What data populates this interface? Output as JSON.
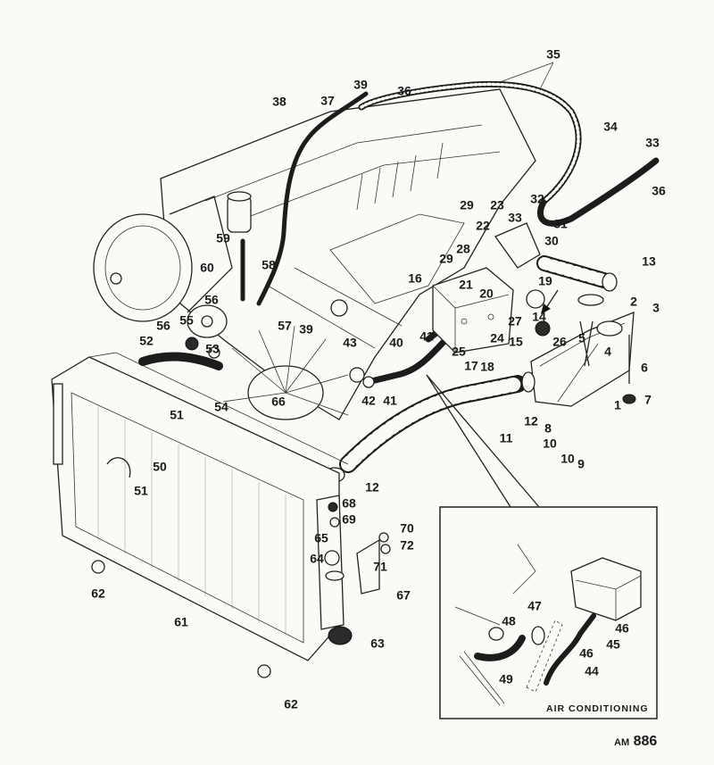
{
  "diagram": {
    "callouts": [
      "35",
      "39",
      "36",
      "37",
      "38",
      "34",
      "33",
      "36",
      "32",
      "29",
      "23",
      "33",
      "22",
      "31",
      "30",
      "28",
      "59",
      "13",
      "29",
      "60",
      "58",
      "16",
      "19",
      "21",
      "20",
      "2",
      "14",
      "56",
      "3",
      "27",
      "15",
      "57",
      "39",
      "55",
      "56",
      "5",
      "26",
      "25",
      "24",
      "41",
      "40",
      "43",
      "52",
      "53",
      "4",
      "6",
      "17",
      "18",
      "42",
      "41",
      "54",
      "66",
      "7",
      "1",
      "12",
      "11",
      "8",
      "51",
      "10",
      "10",
      "9",
      "50",
      "12",
      "51",
      "68",
      "69",
      "70",
      "72",
      "65",
      "64",
      "71",
      "67",
      "62",
      "61",
      "63",
      "62",
      "47",
      "48",
      "46",
      "45",
      "46",
      "44",
      "49"
    ],
    "inset": {
      "title": "AIR CONDITIONING"
    },
    "figure_ref": {
      "prefix": "AM",
      "number": "886"
    }
  }
}
